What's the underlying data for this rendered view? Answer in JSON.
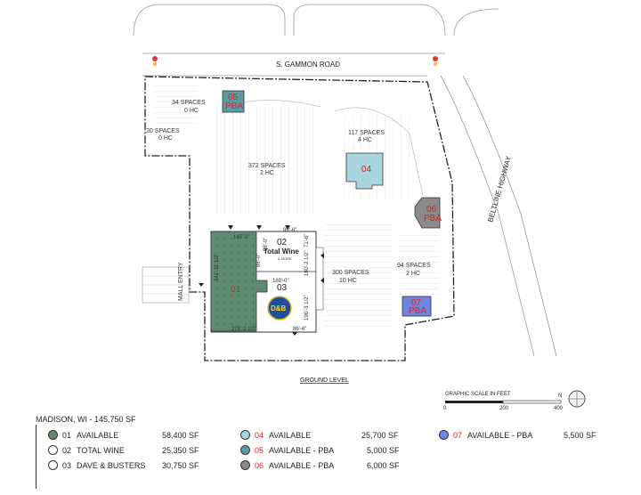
{
  "roads": {
    "north": "S. GAMMON ROAD",
    "east": "BELTLINE HIGHWAY",
    "mall_entry": "MALL ENTRY"
  },
  "parking": [
    {
      "spaces": "34 SPACES",
      "hc": "0 HC"
    },
    {
      "spaces": "20 SPACES",
      "hc": "0 HC"
    },
    {
      "spaces": "372 SPACES",
      "hc": "2 HC"
    },
    {
      "spaces": "117 SPACES",
      "hc": "4 HC"
    },
    {
      "spaces": "94 SPACES",
      "hc": "2 HC"
    },
    {
      "spaces": "300 SPACES",
      "hc": "10 HC"
    }
  ],
  "pads": {
    "p05": {
      "num": "05",
      "tag": "PBA"
    },
    "p04": {
      "num": "04"
    },
    "p06": {
      "num": "06",
      "tag": "PBA"
    },
    "p07": {
      "num": "07",
      "tag": "PBA"
    }
  },
  "building": {
    "s01": "01",
    "s02": "02",
    "s03": "03",
    "total_wine_logo": "Total Wine",
    "total_wine_sub": "& MORE",
    "db_logo": "D&B"
  },
  "dimensions": {
    "d1": "145'-0\"",
    "d2": "99'-6\"",
    "d3": "58'-0\"",
    "d4": "71'-6\"",
    "d5": "88'-0\"",
    "d6": "169'-0\"",
    "d7": "180'-2 1/2\"",
    "d8": "341'-11 1/2\"",
    "d9": "196'-3 1/2\"",
    "d10": "278'-2 1/2\"",
    "d11": "86'-6\""
  },
  "ground_level": "GROUND LEVEL",
  "scale": {
    "title": "GRAPHIC SCALE IN FEET",
    "t0": "0",
    "t1": "200",
    "t2": "400",
    "north": "N"
  },
  "legend": {
    "title": "MADISON, WI - 145,750 SF",
    "items": [
      {
        "num": "01",
        "label": "AVAILABLE",
        "sf": "58,400 SF",
        "color": "#5f8a72"
      },
      {
        "num": "02",
        "label": "TOTAL WINE",
        "sf": "25,350 SF",
        "color": "#ffffff"
      },
      {
        "num": "03",
        "label": "DAVE & BUSTERS",
        "sf": "30,750 SF",
        "color": "#ffffff"
      },
      {
        "num": "04",
        "label": "AVAILABLE",
        "sf": "25,700 SF",
        "color": "#a9d6de"
      },
      {
        "num": "05",
        "label": "AVAILABLE - PBA",
        "sf": "5,000 SF",
        "color": "#5e9aa3"
      },
      {
        "num": "06",
        "label": "AVAILABLE - PBA",
        "sf": "6,000 SF",
        "color": "#8a8a8a"
      },
      {
        "num": "07",
        "label": "AVAILABLE - PBA",
        "sf": "5,500 SF",
        "color": "#6f86e0"
      }
    ]
  }
}
